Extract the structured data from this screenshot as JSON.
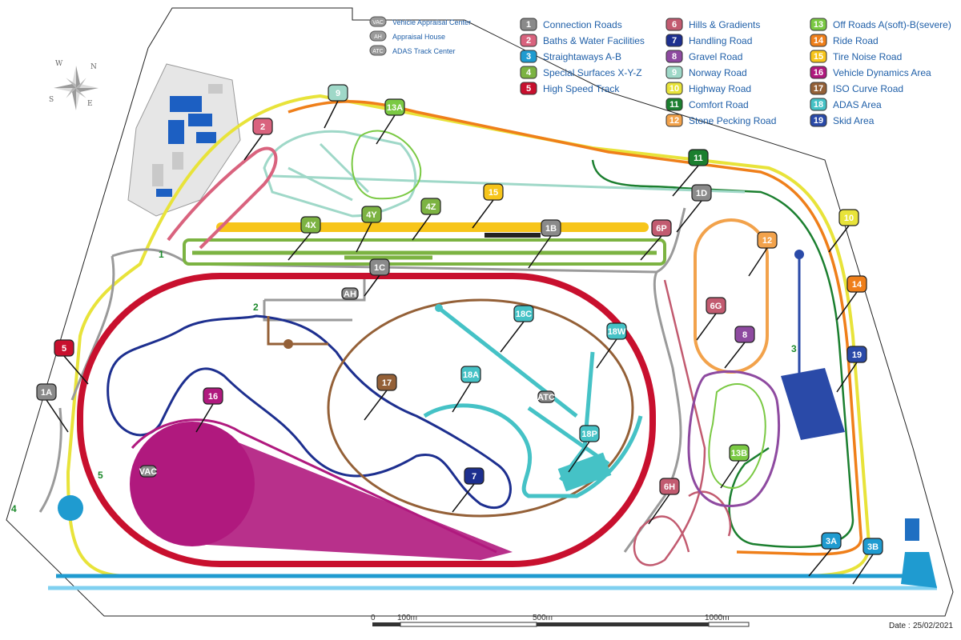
{
  "legend_small": [
    {
      "code": "VAC",
      "label": "Vehicle Appraisal Center"
    },
    {
      "code": "AH",
      "label": "Appraisal House"
    },
    {
      "code": "ATC",
      "label": "ADAS Track Center"
    }
  ],
  "legend": [
    {
      "num": "1",
      "label": "Connection Roads",
      "color": "#8a8a8a"
    },
    {
      "num": "2",
      "label": "Baths & Water Facilities",
      "color": "#d9637e"
    },
    {
      "num": "3",
      "label": "Straightaways  A-B",
      "color": "#1f9bd0"
    },
    {
      "num": "4",
      "label": "Special Surfaces  X-Y-Z",
      "color": "#7cb342"
    },
    {
      "num": "5",
      "label": "High Speed Track",
      "color": "#c8102e"
    },
    {
      "num": "6",
      "label": "Hills & Gradients",
      "color": "#c25b70"
    },
    {
      "num": "7",
      "label": "Handling Road",
      "color": "#1d2f8f"
    },
    {
      "num": "8",
      "label": "Gravel Road",
      "color": "#8e4aa0"
    },
    {
      "num": "9",
      "label": "Norway Road",
      "color": "#9fd8c8"
    },
    {
      "num": "10",
      "label": "Highway Road",
      "color": "#e8e33a"
    },
    {
      "num": "11",
      "label": "Comfort Road",
      "color": "#1b7f2f"
    },
    {
      "num": "12",
      "label": "Stone Pecking Road",
      "color": "#f2a24b"
    },
    {
      "num": "13",
      "label": "Off Roads  A(soft)-B(severe)",
      "color": "#7ac943"
    },
    {
      "num": "14",
      "label": "Ride Road",
      "color": "#ef7f1a"
    },
    {
      "num": "15",
      "label": "Tire Noise Road",
      "color": "#f7c51a"
    },
    {
      "num": "16",
      "label": "Vehicle Dynamics Area",
      "color": "#b0197e"
    },
    {
      "num": "17",
      "label": "ISO Curve Road",
      "color": "#946037"
    },
    {
      "num": "18",
      "label": "ADAS Area",
      "color": "#45c2c6"
    },
    {
      "num": "19",
      "label": "Skid Area",
      "color": "#2a4aa8"
    }
  ],
  "compass": {
    "n": "N",
    "s": "S",
    "e": "E",
    "w": "W"
  },
  "map_tags": [
    {
      "text": "9",
      "color": "#9fd8c8"
    },
    {
      "text": "13A",
      "color": "#7ac943"
    },
    {
      "text": "2",
      "color": "#d9637e"
    },
    {
      "text": "11",
      "color": "#1b7f2f"
    },
    {
      "text": "1D",
      "color": "#8a8a8a"
    },
    {
      "text": "15",
      "color": "#f7c51a"
    },
    {
      "text": "4X",
      "color": "#7cb342"
    },
    {
      "text": "4Y",
      "color": "#7cb342"
    },
    {
      "text": "4Z",
      "color": "#7cb342"
    },
    {
      "text": "1B",
      "color": "#8a8a8a"
    },
    {
      "text": "6P",
      "color": "#c25b70"
    },
    {
      "text": "10",
      "color": "#e8e33a"
    },
    {
      "text": "12",
      "color": "#f2a24b"
    },
    {
      "text": "1C",
      "color": "#8a8a8a"
    },
    {
      "text": "AH",
      "color": "#8a8a8a"
    },
    {
      "text": "14",
      "color": "#ef7f1a"
    },
    {
      "text": "6G",
      "color": "#c25b70"
    },
    {
      "text": "18C",
      "color": "#45c2c6"
    },
    {
      "text": "18W",
      "color": "#45c2c6"
    },
    {
      "text": "8",
      "color": "#8e4aa0"
    },
    {
      "text": "5",
      "color": "#c8102e"
    },
    {
      "text": "19",
      "color": "#2a4aa8"
    },
    {
      "text": "17",
      "color": "#946037"
    },
    {
      "text": "18A",
      "color": "#45c2c6"
    },
    {
      "text": "1A",
      "color": "#8a8a8a"
    },
    {
      "text": "16",
      "color": "#b0197e"
    },
    {
      "text": "ATC",
      "color": "#8a8a8a"
    },
    {
      "text": "18P",
      "color": "#45c2c6"
    },
    {
      "text": "13B",
      "color": "#7ac943"
    },
    {
      "text": "VAC",
      "color": "#8a8a8a"
    },
    {
      "text": "7",
      "color": "#1d2f8f"
    },
    {
      "text": "6H",
      "color": "#c25b70"
    },
    {
      "text": "3A",
      "color": "#1f9bd0"
    },
    {
      "text": "3B",
      "color": "#1f9bd0"
    }
  ],
  "plain_labels": [
    "1",
    "2",
    "3",
    "4",
    "5"
  ],
  "scale": {
    "ticks": [
      "0",
      "100m",
      "500m",
      "1000m"
    ]
  },
  "date": {
    "label": "Date :",
    "value": "25/02/2021"
  }
}
